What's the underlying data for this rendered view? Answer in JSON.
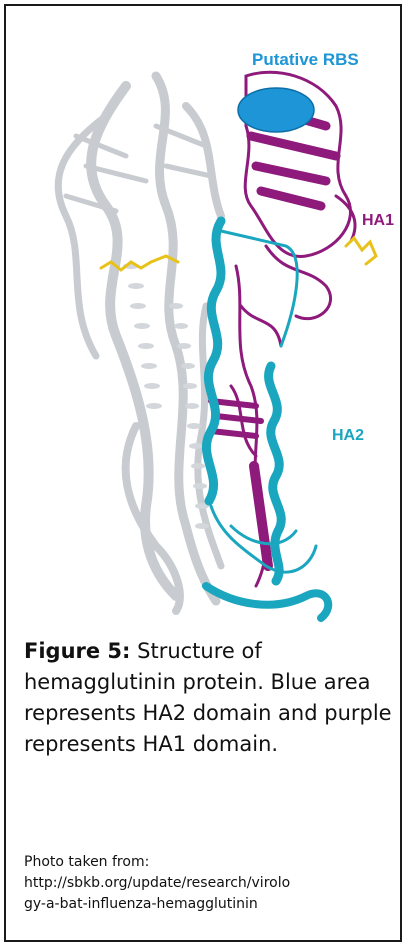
{
  "figure": {
    "labels": {
      "rbs": "Putative RBS",
      "ha1": "HA1",
      "ha2": "HA2"
    },
    "colors": {
      "rbs": "#1d95d6",
      "ha1": "#8e1a7c",
      "ha2": "#1aa6bf",
      "trimer_grey": "#c8ccd0",
      "ligand": "#e8c21a"
    },
    "image_description_icon": "protein-ribbon-structure"
  },
  "caption": {
    "label": "Figure 5:",
    "text": " Structure of hemagglutinin protein. Blue area represents HA2 domain and purple represents HA1 domain."
  },
  "source": {
    "prefix": "Photo taken from:",
    "url_line1": "http://sbkb.org/update/research/virolo",
    "url_line2": "gy-a-bat-influenza-hemagglutinin"
  }
}
